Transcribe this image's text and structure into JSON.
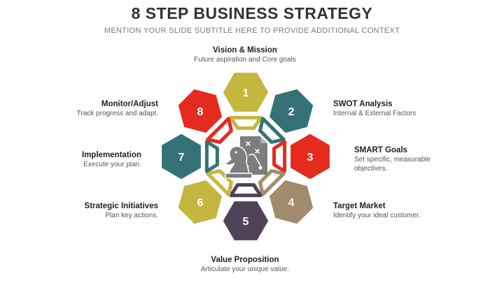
{
  "title": "8 STEP BUSINESS STRATEGY",
  "subtitle": "MENTION YOUR SLIDE SUBTITLE HERE TO PROVIDE ADDITIONAL CONTEXT",
  "colors": {
    "olive": "#c4b63f",
    "teal": "#357277",
    "red": "#e42b1e",
    "brown": "#a28a6c",
    "purple": "#4f4358",
    "icon": "#7d7d7d"
  },
  "center_icon": "chess-knight-strategy-document-icon",
  "steps": [
    {
      "number": "1",
      "title": "Vision & Mission",
      "description": "Future aspiration and Core goals",
      "color": "#c4b63f"
    },
    {
      "number": "2",
      "title": "SWOT Analysis",
      "description": "Internal & External Factors",
      "color": "#357277"
    },
    {
      "number": "3",
      "title": "SMART Goals",
      "description": "Set specific, measurable objectives.",
      "color": "#e42b1e"
    },
    {
      "number": "4",
      "title": "Target Market",
      "description": "Identify your ideal customer.",
      "color": "#a28a6c"
    },
    {
      "number": "5",
      "title": "Value Proposition",
      "description": "Articulate your unique value.",
      "color": "#4f4358"
    },
    {
      "number": "6",
      "title": "Strategic Initiatives",
      "description": "Plan key actions.",
      "color": "#c4b63f"
    },
    {
      "number": "7",
      "title": "Implementation",
      "description": "Execute your plan.",
      "color": "#357277"
    },
    {
      "number": "8",
      "title": "Monitor/Adjust",
      "description": "Track progress and adapt.",
      "color": "#e42b1e"
    }
  ]
}
